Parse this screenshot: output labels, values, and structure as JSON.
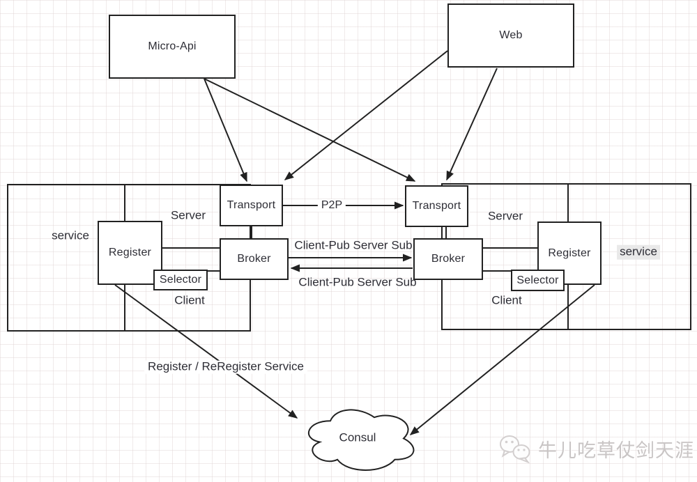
{
  "diagram": {
    "nodes": {
      "micro_api": "Micro-Api",
      "web": "Web",
      "transport_left": "Transport",
      "transport_right": "Transport",
      "broker_left": "Broker",
      "broker_right": "Broker",
      "register_left": "Register",
      "register_right": "Register",
      "selector_left": "Selector",
      "selector_right": "Selector",
      "consul": "Consul"
    },
    "zone_labels": {
      "service_left": "service",
      "service_right": "service",
      "server_left": "Server",
      "server_right": "Server",
      "client_left": "Client",
      "client_right": "Client"
    },
    "edge_labels": {
      "p2p": "P2P",
      "client_pub_top": "Client-Pub Server Sub",
      "client_pub_bottom": "Client-Pub Server Sub",
      "register_service": "Register / ReRegister Service"
    }
  },
  "watermark": {
    "icon": "wechat-icon",
    "text": "牛儿吃草仗剑天涯"
  },
  "colors": {
    "line": "#212121",
    "grid": "#ded2d2",
    "text": "#2d2d35",
    "service_highlight": "#e9e9e9",
    "watermark": "#c9c5c5"
  }
}
